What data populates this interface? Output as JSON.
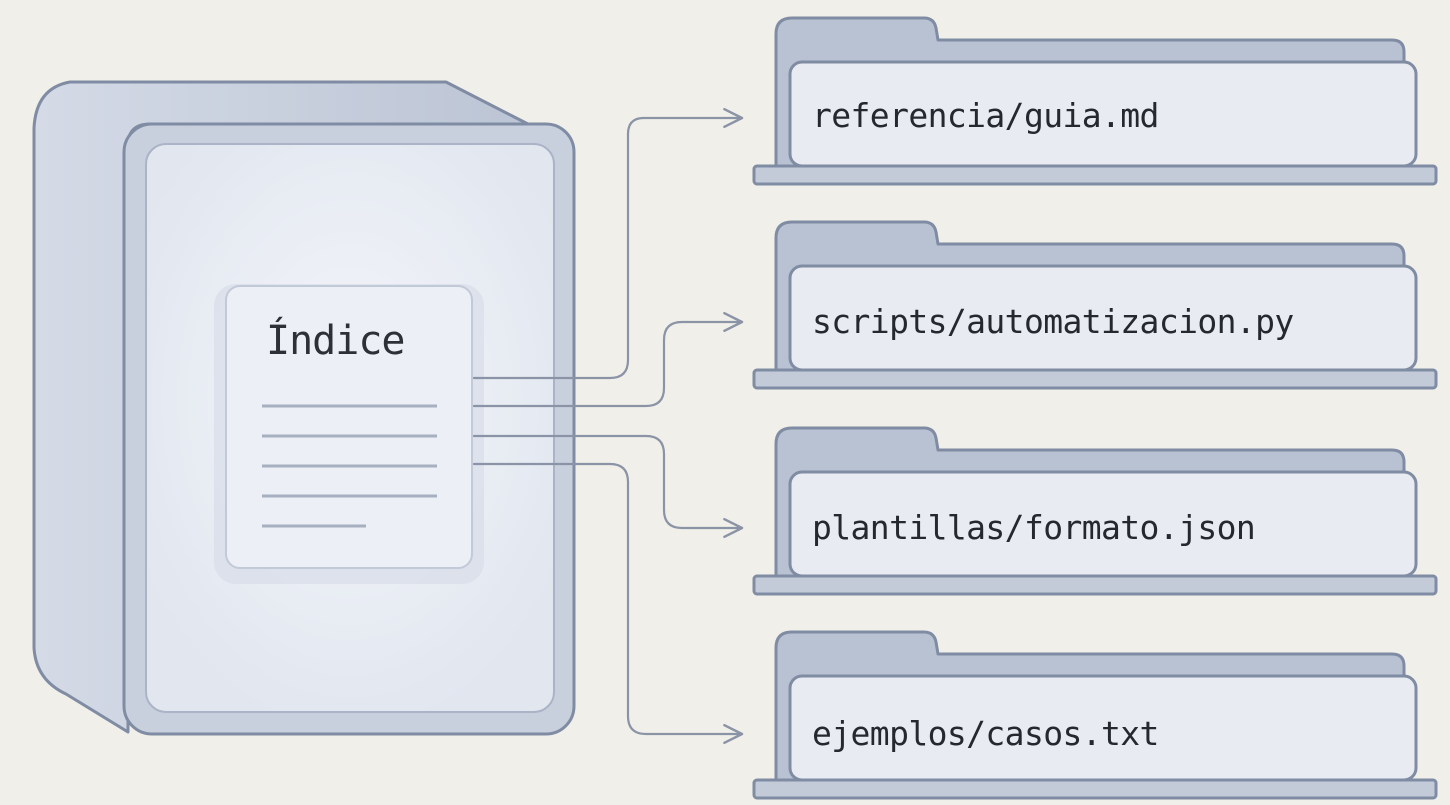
{
  "index": {
    "title": "Índice"
  },
  "folders": [
    {
      "label": "referencia/guia.md"
    },
    {
      "label": "scripts/automatizacion.py"
    },
    {
      "label": "plantillas/formato.json"
    },
    {
      "label": "ejemplos/casos.txt"
    }
  ],
  "colors": {
    "background": "#f1efe9",
    "outline": "#8492a8",
    "box_front": "#dfe4ee",
    "box_side": "#c4ccda",
    "folder_fill": "#e8ebf1",
    "folder_tab": "#b7c0d0",
    "connector": "#8a94a6",
    "text": "#25282e"
  }
}
